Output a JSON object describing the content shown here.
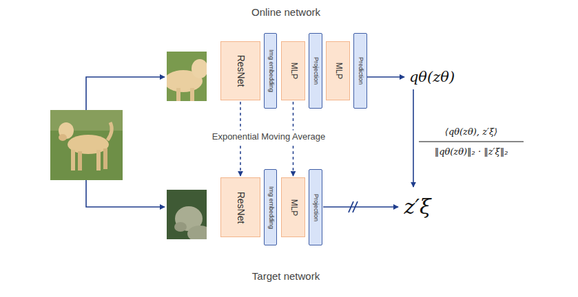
{
  "diagram": {
    "nodes": [
      {
        "text": [
          "ResNet"
        ]
      },
      {
        "text": [
          "Img embedding"
        ]
      },
      {
        "text": [
          "MLP"
        ]
      },
      {
        "text": [
          "Projection"
        ]
      },
      {
        "text": [
          "MLP"
        ]
      },
      {
        "text": [
          "Prediction"
        ]
      },
      {
        "text": [
          "ResNet"
        ]
      },
      {
        "text": [
          "Img embedding"
        ]
      },
      {
        "text": [
          "MLP"
        ]
      },
      {
        "text": [
          "Projection"
        ]
      }
    ],
    "edges": [
      {
        "from": 0,
        "to": 6,
        "arrow": "to"
      },
      {
        "from": 2,
        "to": 8,
        "arrow": "to"
      }
    ],
    "labels": [
      "Online network",
      "Target network",
      "Exponential Moving Average",
      "qθ(zθ)",
      "⟨qθ(zθ), z′ξ⟩",
      "‖qθ(zθ)‖₂ · ‖z′ξ‖₂",
      "z′ξ"
    ]
  }
}
